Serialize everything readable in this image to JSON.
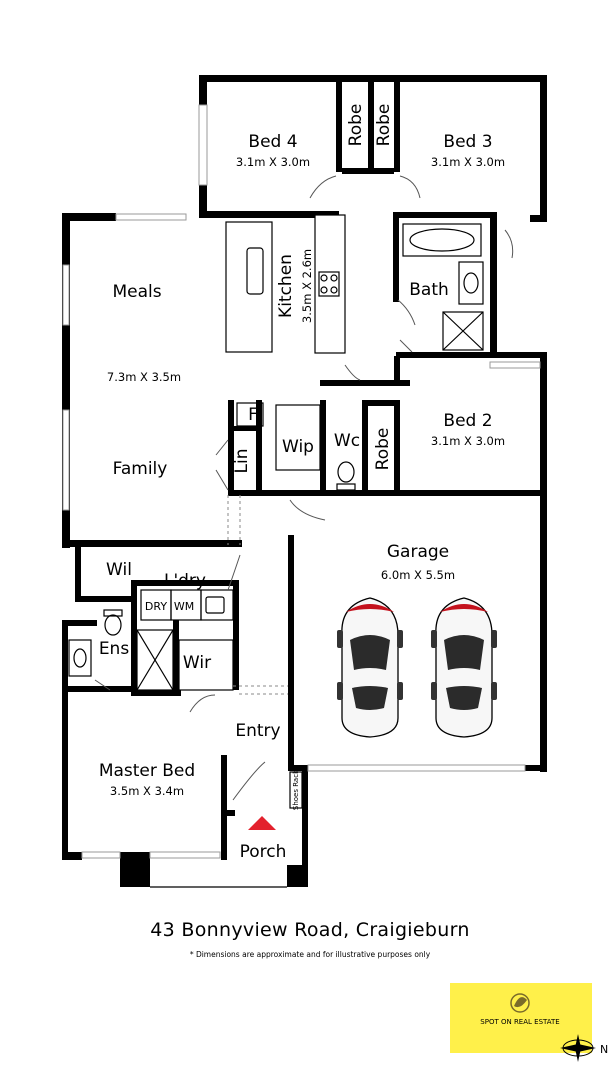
{
  "rooms": {
    "bed4": {
      "name": "Bed 4",
      "dim": "3.1m X 3.0m"
    },
    "bed3": {
      "name": "Bed 3",
      "dim": "3.1m X 3.0m"
    },
    "robe1": "Robe",
    "robe2": "Robe",
    "kitchen": {
      "name": "Kitchen",
      "dim": "3.5m X 2.6m"
    },
    "bath": "Bath",
    "meals": "Meals",
    "meals_dim": "7.3m X 3.5m",
    "family": "Family",
    "pantry": "F",
    "wip": "Wip",
    "wc": "Wc",
    "robe3": "Robe",
    "bed2": {
      "name": "Bed 2",
      "dim": "3.1m X 3.0m"
    },
    "lin": "Lin",
    "garage": {
      "name": "Garage",
      "dim": "6.0m X 5.5m"
    },
    "wil": "Wil",
    "laundry": "L'dry",
    "dry": "DRY",
    "wm": "WM",
    "ens": "Ens",
    "wir": "Wir",
    "entry": "Entry",
    "master": {
      "name": "Master Bed",
      "dim": "3.5m X 3.4m"
    },
    "shoes": "Shoes Rack",
    "porch": "Porch"
  },
  "address": "43 Bonnyview Road, Craigieburn",
  "disclaimer": "* Dimensions are approximate and for illustrative purposes only",
  "logo": {
    "text": "SPOT ON REAL ESTATE",
    "bg": "#fff04a"
  },
  "compass": {
    "label": "N"
  },
  "colors": {
    "wall": "#000000",
    "marker": "#e3212d",
    "logo_bg": "#fff04a"
  }
}
